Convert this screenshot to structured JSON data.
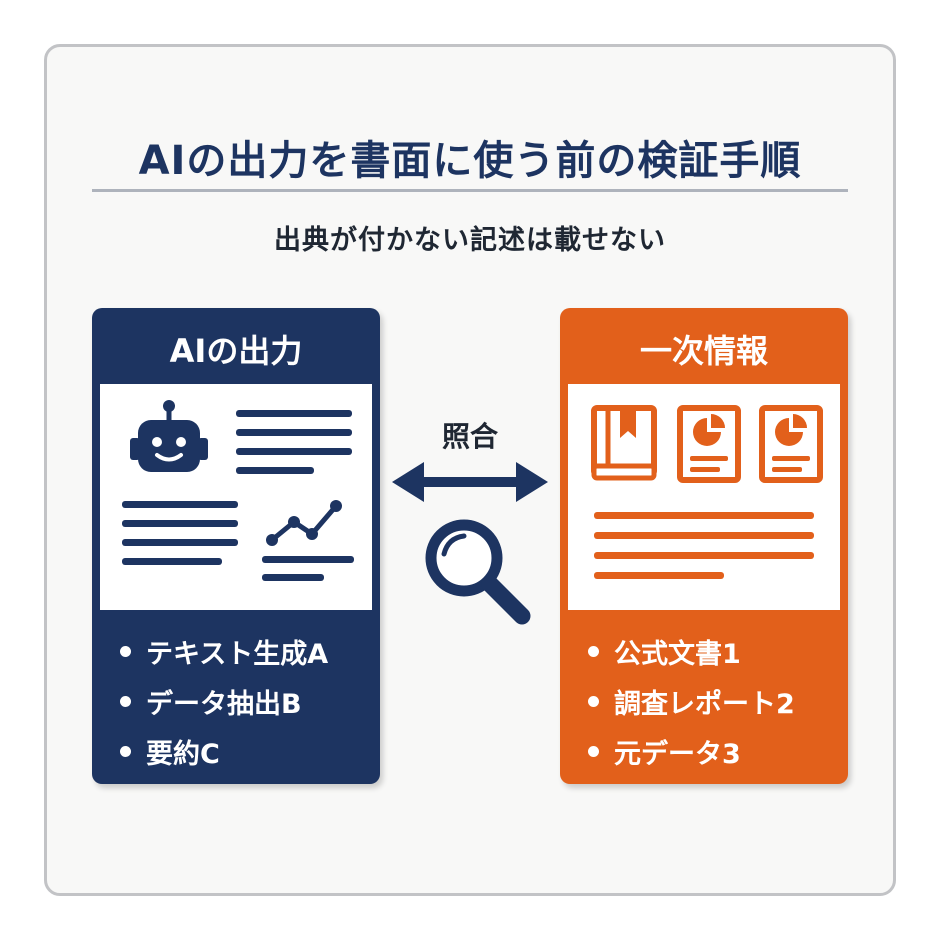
{
  "title": "AIの出力を書面に使う前の検証手順",
  "subtitle": "出典が付かない記述は載せない",
  "middle_label": "照合",
  "ai_card": {
    "heading": "AIの出力",
    "items": [
      "テキスト生成A",
      "データ抽出B",
      "要約C"
    ],
    "color": "#1d3461",
    "icons": [
      "robot-icon",
      "line-chart-icon"
    ]
  },
  "primary_card": {
    "heading": "一次情報",
    "items": [
      "公式文書1",
      "調査レポート2",
      "元データ3"
    ],
    "color": "#e2601b",
    "icons": [
      "book-icon",
      "report-icon",
      "report-icon"
    ]
  },
  "middle_icons": [
    "double-arrow-icon",
    "magnifier-icon"
  ]
}
